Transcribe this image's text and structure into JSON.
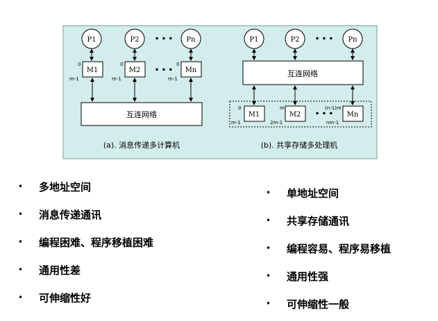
{
  "panel_a": {
    "processors": [
      "P1",
      "P2",
      "Pn"
    ],
    "memories": [
      "M1",
      "M2",
      "Mn"
    ],
    "mem_top_labels": [
      "0",
      "0",
      "0"
    ],
    "mem_bottom_labels": [
      "m-1",
      "m-1",
      "m-1"
    ],
    "ellipsis": "• • •",
    "network_label": "互连网络",
    "caption": "(a). 消息传递多计算机"
  },
  "panel_b": {
    "processors": [
      "P1",
      "P2",
      "Pn"
    ],
    "memories": [
      "M1",
      "M2",
      "Mn"
    ],
    "mem_top_labels": [
      "0",
      "m",
      "(n-1)m"
    ],
    "mem_bottom_labels": [
      "m-1",
      "2m-1",
      "nm-1"
    ],
    "ellipsis": "• • •",
    "network_label": "互连网络",
    "caption": "(b). 共享存储多处理机"
  },
  "left_list": {
    "bullet": "•",
    "items": [
      "多地址空间",
      "消息传递通讯",
      "编程困难、程序移植困难",
      "通用性差",
      "可伸缩性好"
    ]
  },
  "right_list": {
    "bullet": "•",
    "items": [
      "单地址空间",
      "共享存储通讯",
      "编程容易、程序易移植",
      "通用性强",
      "可伸缩性一般"
    ]
  },
  "colors": {
    "panel_bg": "#d3ecec",
    "box_bg": "#ffffff",
    "line": "#000000"
  }
}
